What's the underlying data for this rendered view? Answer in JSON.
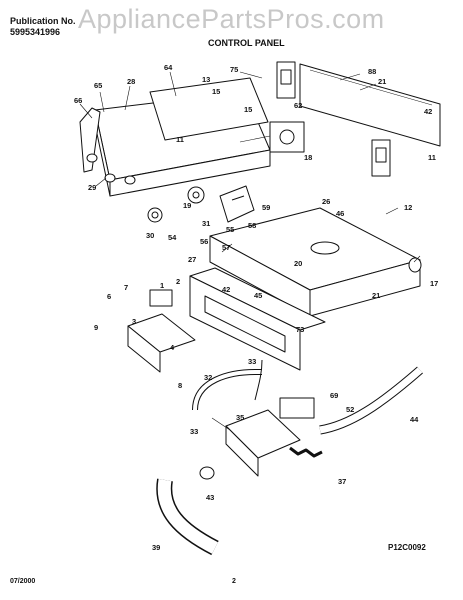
{
  "header": {
    "publication_label": "Publication No.",
    "publication_number": "5995341996",
    "section_title": "CONTROL PANEL"
  },
  "watermark": "AppliancePartsPros.com",
  "footer": {
    "date": "07/2000",
    "page": "2"
  },
  "figure_code": "P12C0092",
  "part_callouts": [
    "66",
    "65",
    "28",
    "64",
    "13",
    "15",
    "75",
    "88",
    "21",
    "42",
    "11",
    "62",
    "15",
    "11",
    "18",
    "29",
    "19",
    "31",
    "30",
    "54",
    "55",
    "59",
    "58",
    "56",
    "57",
    "26",
    "46",
    "12",
    "27",
    "20",
    "17",
    "21",
    "42",
    "45",
    "73",
    "6",
    "7",
    "1",
    "2",
    "3",
    "9",
    "4",
    "8",
    "33",
    "32",
    "69",
    "52",
    "44",
    "35",
    "33",
    "37",
    "43",
    "39"
  ],
  "colors": {
    "ink": "#111111",
    "watermark": "#c8c8c8",
    "background": "#ffffff"
  }
}
